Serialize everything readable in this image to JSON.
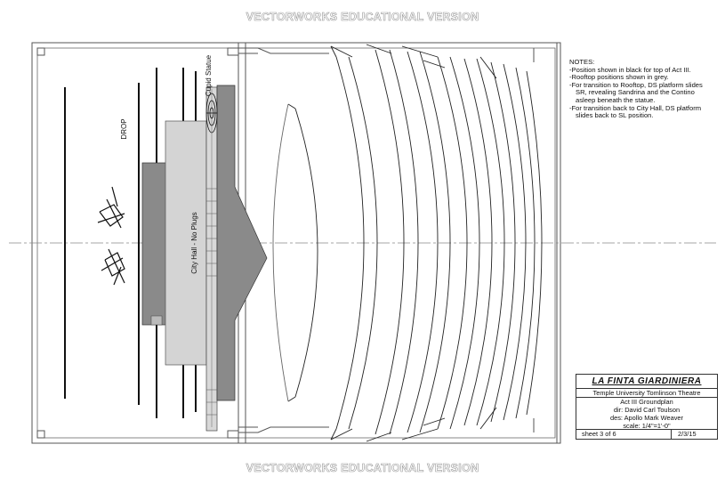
{
  "watermark": {
    "top": "VECTORWORKS EDUCATIONAL VERSION",
    "bottom": "VECTORWORKS EDUCATIONAL VERSION"
  },
  "labels": {
    "cupid_statue": "Cupid Statue",
    "drop": "DROP",
    "city_hall": "City Hall - No Plugs"
  },
  "notes": {
    "heading": "NOTES:",
    "lines": [
      "-Position shown in black for top of Act III.",
      "-Rooftop positions shown in grey.",
      "-For transition to Rooftop, DS platform slides",
      "  SR, revealing Sandrina and the Contino",
      "  asleep beneath the statue.",
      "-For transition back to City Hall, DS platform",
      "  slides back to SL position."
    ]
  },
  "title_block": {
    "title": "LA FINTA GIARDINIERA",
    "venue": "Temple University Tomlinson Theatre",
    "drawing": "Act III Groundplan",
    "director": "dir: David Carl Toulson",
    "designer": "des:  Apollo Mark Weaver",
    "scale": "scale: 1/4\"=1'-0\"",
    "sheet": "sheet 3 of 6",
    "date": "2/3/15"
  },
  "colors": {
    "ink": "#1a1a1a",
    "outline": "#555555",
    "dark_grey": "#8a8a8a",
    "light_grey": "#d2d2d2",
    "mid_grey": "#b5b5b5"
  }
}
